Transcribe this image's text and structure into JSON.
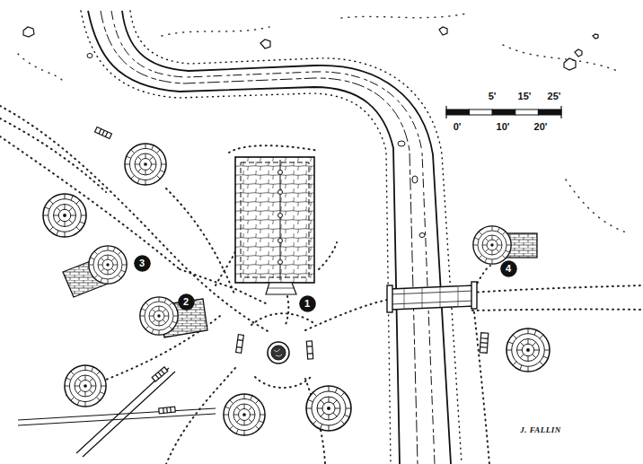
{
  "diagram": {
    "nodes": [
      {
        "text": [
          "1"
        ]
      },
      {
        "text": [
          "2"
        ]
      },
      {
        "text": [
          "3"
        ]
      },
      {
        "text": [
          "4"
        ]
      }
    ],
    "labels": [
      "5'",
      "15'",
      "25'",
      "0'",
      "10'",
      "20'",
      "J. FALLIN"
    ]
  }
}
